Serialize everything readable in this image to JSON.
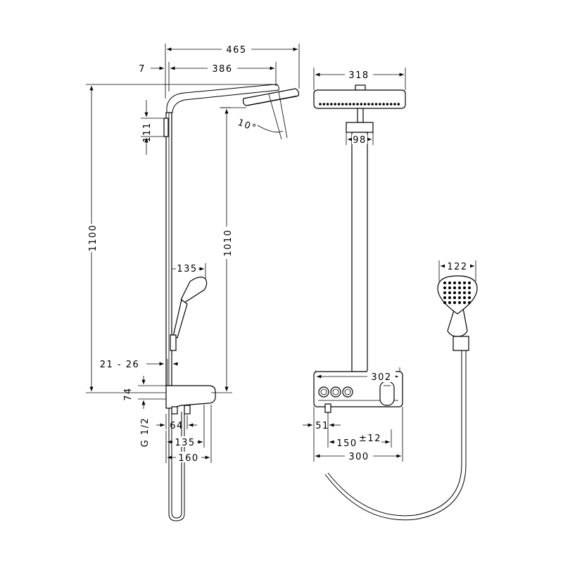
{
  "side_view": {
    "width_total": "465",
    "offset_wall": "7",
    "arm_length": "386",
    "tilt_angle": "10°",
    "bracket_height": "111",
    "total_height": "1100",
    "head_height": "1010",
    "handshower_length": "135",
    "wall_distance": "21 - 26",
    "thermostat_height": "74",
    "connection_thread": "G 1/2",
    "outlet_offset": "64",
    "thermostat_depth": "135",
    "projection": "160"
  },
  "front_view": {
    "head_width": "318",
    "arm_width": "98",
    "thermostat_width": "302",
    "inlet_offset": "51",
    "inlet_spacing": "150",
    "inlet_tolerance": "±12",
    "thermostat_total": "300"
  },
  "handshower_view": {
    "head_width": "122"
  }
}
